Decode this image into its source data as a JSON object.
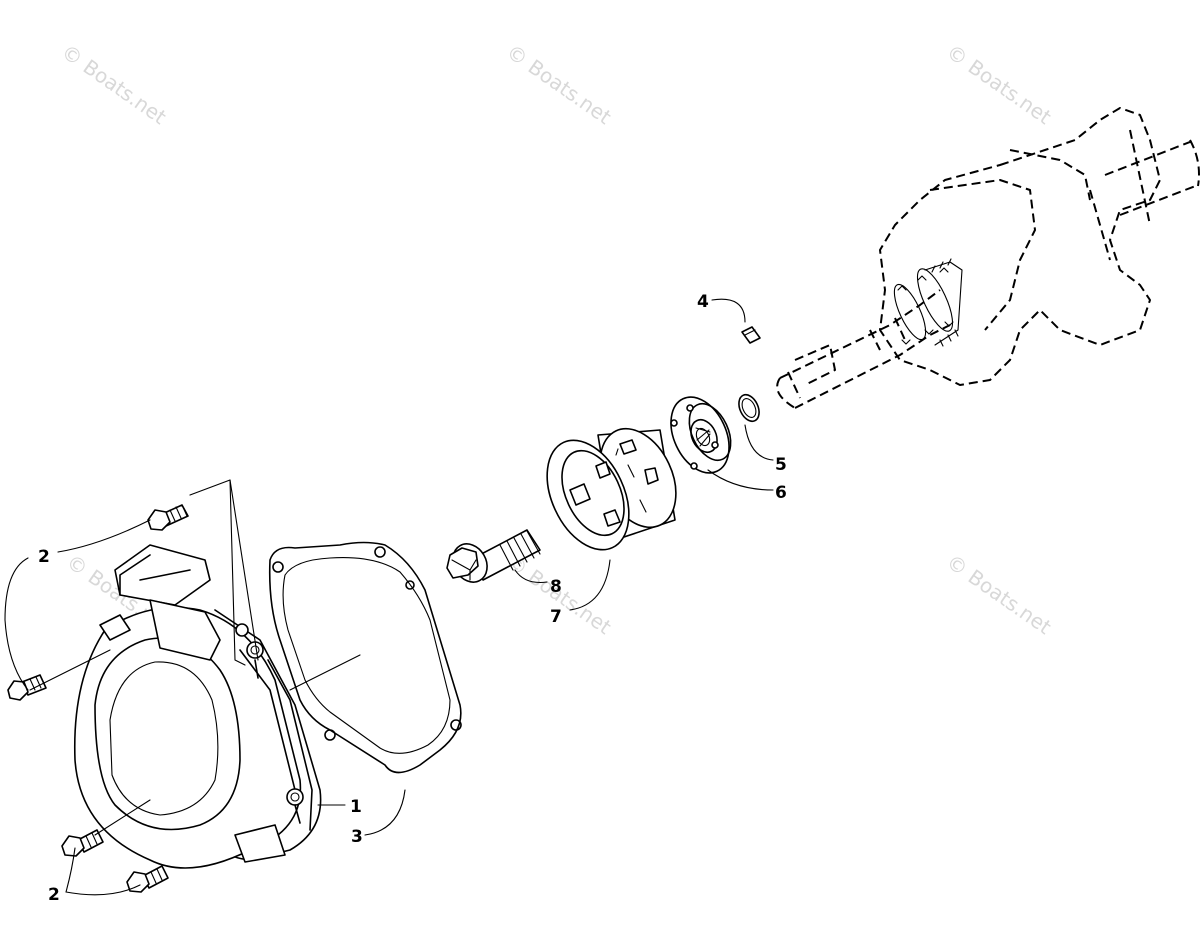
{
  "watermark": "© Boats.net",
  "callouts": [
    "1",
    "2",
    "2",
    "2",
    "3",
    "4",
    "5",
    "6",
    "7",
    "8"
  ]
}
